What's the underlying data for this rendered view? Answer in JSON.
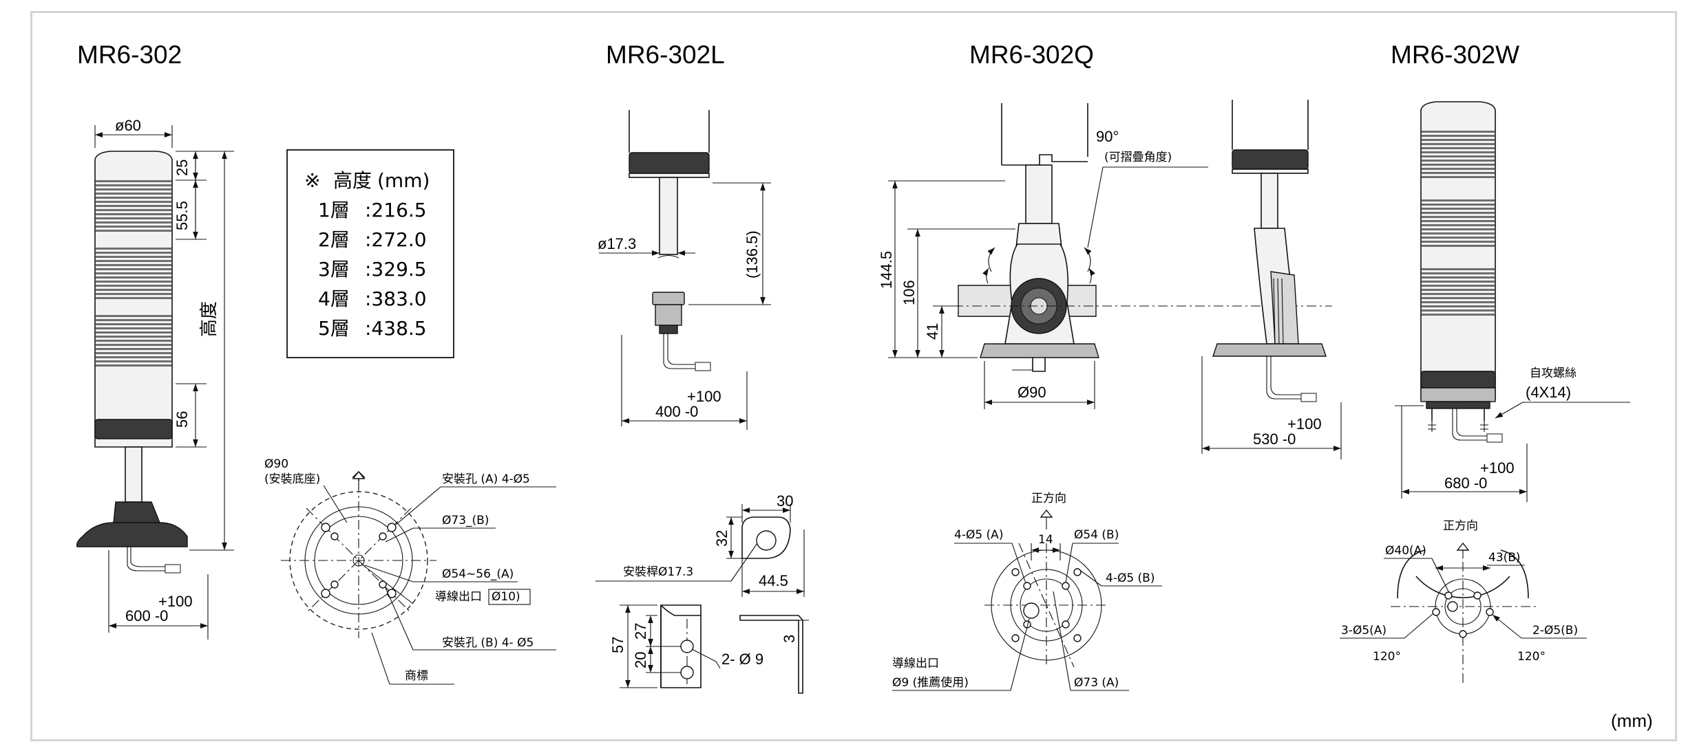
{
  "models": {
    "m1": "MR6-302",
    "m2": "MR6-302L",
    "m3": "MR6-302Q",
    "m4": "MR6-302W"
  },
  "unit_note": "(mm)",
  "height_table": {
    "header_mark": "※",
    "header": "高度",
    "header_unit": "(mm)",
    "rows": [
      {
        "tier": "1層",
        "value": "216.5"
      },
      {
        "tier": "2層",
        "value": "272.0"
      },
      {
        "tier": "3層",
        "value": "329.5"
      },
      {
        "tier": "4層",
        "value": "383.0"
      },
      {
        "tier": "5層",
        "value": "438.5"
      }
    ]
  },
  "mr6_302": {
    "dia_top": "ø60",
    "dim_25": "25",
    "dim_55_5": "55.5",
    "dim_56": "56",
    "height_label": "高度",
    "cable_plus": "+100",
    "cable_len": "600 -0",
    "base_dia": "Ø90",
    "base_label": "(安裝底座)",
    "hole_a": "安裝孔 (A) 4-Ø5",
    "pcd_b": "Ø73_(B)",
    "pcd_a": "Ø54~56_(A)",
    "cable_exit": "導線出口",
    "cable_exit_dia": "Ø10)",
    "hole_b": "安裝孔 (B) 4- Ø5",
    "logo": "商標"
  },
  "mr6_302l": {
    "pole_dia": "ø17.3",
    "pole_len": "(136.5)",
    "cable_plus": "+100",
    "cable_len": "400 -0",
    "bracket_w": "30",
    "bracket_h": "32",
    "bracket_pole": "安裝桿Ø17.3",
    "bracket_len": "44.5",
    "dim_57": "57",
    "dim_27": "27",
    "dim_20": "20",
    "holes": "2- Ø 9",
    "thickness": "3"
  },
  "mr6_302q": {
    "angle": "90°",
    "angle_note": "(可摺疊角度)",
    "h_144_5": "144.5",
    "h_106": "106",
    "h_41": "41",
    "base_dia": "Ø90",
    "cable_plus": "+100",
    "cable_len": "530 -0",
    "front": "正方向",
    "holes_a": "4-Ø5 (A)",
    "dim_14": "14",
    "pcd_b": "Ø54 (B)",
    "holes_b": "4-Ø5 (B)",
    "cable_exit": "導線出口",
    "cable_exit_dia": "Ø9 (推薦使用)",
    "pcd_a": "Ø73 (A)"
  },
  "mr6_302w": {
    "screw_label": "自攻螺絲",
    "screw_size": "(4X14)",
    "cable_plus": "+100",
    "cable_len": "680 -0",
    "front": "正方向",
    "pcd_a": "Ø40(A)",
    "dim_43": "43(B)",
    "holes_a": "3-Ø5(A)",
    "holes_b": "2-Ø5(B)",
    "angle_l": "120°",
    "angle_r": "120°"
  }
}
